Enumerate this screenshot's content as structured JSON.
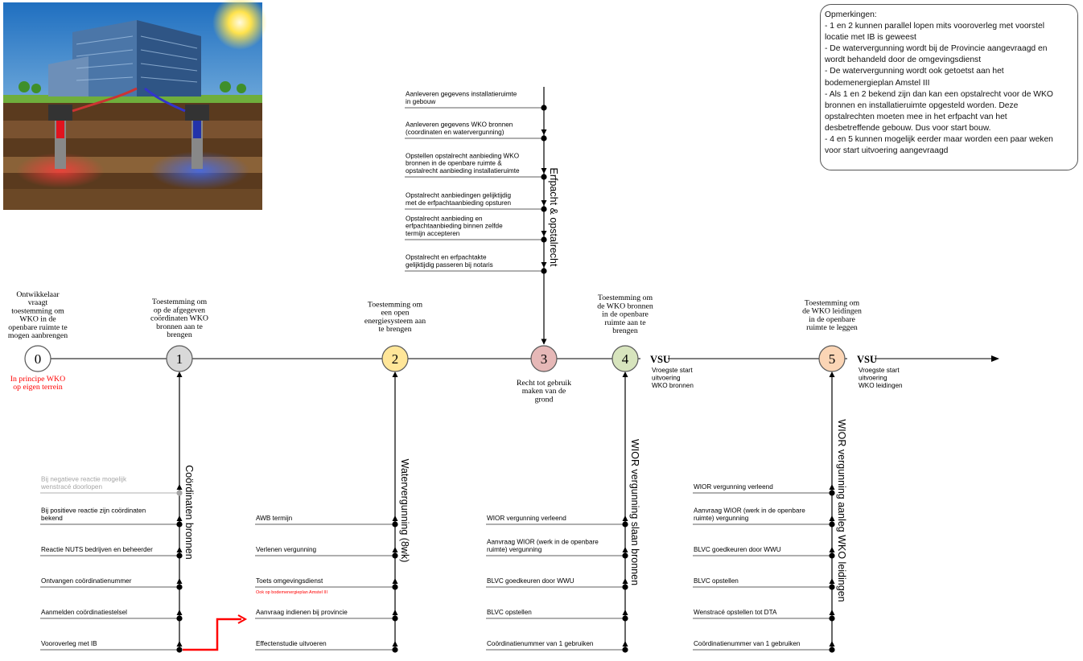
{
  "colors": {
    "line": "#7f7f7f",
    "dark": "#000000",
    "red": "#ff0000",
    "grey_text": "#a6a6a6"
  },
  "illustration": {
    "icon": "wko-building-illustration"
  },
  "remarks": {
    "title": "Opmerkingen:",
    "lines": [
      "- 1 en 2 kunnen parallel lopen mits vooroverleg met voorstel",
      "locatie met IB is geweest",
      "- De watervergunning wordt bij de Provincie aangevraagd en",
      "wordt behandeld door de omgevingsdienst",
      "- De watervergunning wordt ook getoetst aan het",
      "bodemenergieplan Amstel III",
      "- Als 1 en 2 bekend zijn dan kan een opstalrecht voor de WKO",
      "bronnen en installatieruimte opgesteld worden. Deze",
      "opstalrechten moeten mee in het erfpacht van het",
      "desbetreffende gebouw. Dus voor start bouw.",
      "- 4 en 5 kunnen mogelijk eerder maar worden een paar weken",
      "voor start uitvoering aangevraagd"
    ]
  },
  "milestones": [
    {
      "num": "0",
      "fill": "#ffffff",
      "label": [
        "Ontwikkelaar",
        "vraagt",
        "toestemming om",
        "WKO in de",
        "openbare ruimte te",
        "mogen aanbrengen"
      ],
      "note": [
        "In principe WKO",
        "op eigen terrein"
      ]
    },
    {
      "num": "1",
      "fill": "#d9d9d9",
      "label": [
        "Toestemming om",
        "op de afgegeven",
        "coördinaten WKO",
        "bronnen aan te",
        "brengen"
      ]
    },
    {
      "num": "2",
      "fill": "#ffe699",
      "label": [
        "Toestemming om",
        "een open",
        "energiesysteem aan",
        "te brengen"
      ]
    },
    {
      "num": "3",
      "fill": "#e6b8b7",
      "label": [
        "Recht tot gebruik",
        "maken van de",
        "grond"
      ]
    },
    {
      "num": "4",
      "fill": "#d7e4bd",
      "label": [
        "Toestemming om",
        "de WKO bronnen",
        "in de openbare",
        "ruimte aan te",
        "brengen"
      ],
      "vsu": "VSU",
      "vsu_note": [
        "Vroegste start",
        "uitvoering",
        "WKO bronnen"
      ]
    },
    {
      "num": "5",
      "fill": "#fbd5b5",
      "label": [
        "Toestemming om",
        "de WKO leidingen",
        "in de openbare",
        "ruimte te leggen"
      ],
      "vsu": "VSU",
      "vsu_note": [
        "Vroegste start",
        "uitvoering",
        "WKO leidingen"
      ]
    }
  ],
  "lanes": [
    {
      "id": "erfpacht",
      "title": "Erfpacht & opstalrecht",
      "items": [
        {
          "text": [
            "Aanleveren gegevens installatieruimte",
            "in gebouw"
          ]
        },
        {
          "text": [
            "Aanleveren gegevens WKO bronnen",
            "(coordinaten en watervergunning)"
          ]
        },
        {
          "text": [
            "Opstellen opstalrecht aanbieding  WKO",
            "bronnen in de openbare ruimte &",
            "opstalrecht aanbieding  installatieruimte"
          ]
        },
        {
          "text": [
            "Opstalrecht aanbiedingen gelijktijdig",
            "met de erfpachtaanbieding opsturen"
          ]
        },
        {
          "text": [
            "Opstalrecht aanbieding en",
            "erfpachtaanbieding binnen zelfde",
            "termijn accepteren"
          ]
        },
        {
          "text": [
            "Opstalrecht en erfpachtakte",
            "gelijktijdig passeren bij notaris"
          ]
        }
      ]
    },
    {
      "id": "coordinaten",
      "title": "Coördinaten bronnen",
      "items": [
        {
          "text": [
            "Bij negatieve reactie mogelijk",
            "wenstracé doorlopen"
          ],
          "muted": true
        },
        {
          "text": [
            "Bij positieve reactie zijn coördinaten",
            "bekend"
          ]
        },
        {
          "text": [
            "Reactie NUTS bedrijven en beheerder"
          ]
        },
        {
          "text": [
            "Ontvangen coördinatienummer"
          ]
        },
        {
          "text": [
            "Aanmelden coördinatiestelsel"
          ]
        },
        {
          "text": [
            "Vooroverleg met IB"
          ]
        }
      ]
    },
    {
      "id": "water",
      "title": "Watervergunning (8wk)",
      "items": [
        {
          "text": [
            "AWB termijn"
          ]
        },
        {
          "text": [
            "Verlenen vergunning"
          ]
        },
        {
          "text": [
            "Toets omgevingsdienst"
          ],
          "note": "Ook op bodemenergieplan Amstel III"
        },
        {
          "text": [
            "Aanvraag indienen bij provincie"
          ]
        },
        {
          "text": [
            "Effectenstudie uitvoeren"
          ]
        }
      ]
    },
    {
      "id": "wior-bronnen",
      "title": "WIOR vergunning slaan bronnen",
      "items": [
        {
          "text": [
            "WIOR vergunning verleend"
          ]
        },
        {
          "text": [
            "Aanvraag WIOR (werk in de openbare",
            "ruimte) vergunning"
          ]
        },
        {
          "text": [
            "BLVC goedkeuren door WWU"
          ]
        },
        {
          "text": [
            "BLVC opstellen"
          ]
        },
        {
          "text": [
            "Coördinatienummer van 1 gebruiken"
          ]
        }
      ]
    },
    {
      "id": "wior-leidingen",
      "title": "WIOR vergunning aanleg WKO leidingen",
      "items": [
        {
          "text": [
            "WIOR vergunning verleend"
          ]
        },
        {
          "text": [
            "Aanvraag WIOR (werk in de openbare",
            "ruimte) vergunning"
          ]
        },
        {
          "text": [
            "BLVC goedkeuren door WWU"
          ]
        },
        {
          "text": [
            "BLVC opstellen"
          ]
        },
        {
          "text": [
            "Wenstracé opstellen tot DTA"
          ]
        },
        {
          "text": [
            "Coördinatienummer van 1 gebruiken"
          ]
        }
      ]
    }
  ]
}
